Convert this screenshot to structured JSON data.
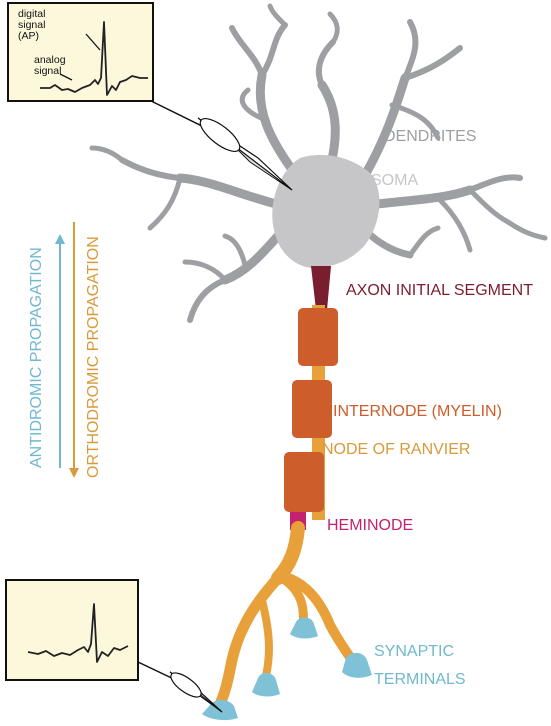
{
  "colors": {
    "soma": "#c6c6c8",
    "dendrite": "#9d9fa3",
    "ais": "#7a1d2e",
    "myelin": "#cd5d2a",
    "axon": "#e8a03a",
    "heminode": "#c2226f",
    "terminal": "#7fc2d8",
    "antidromic": "#6fb8cf",
    "orthodromic": "#d99a3a",
    "inset_bg": "#fbf8dc"
  },
  "labels": {
    "dendrites": "DENDRITES",
    "soma": "SOMA",
    "axon_initial_segment": "AXON INITIAL SEGMENT",
    "internode": "INTERNODE (MYELIN)",
    "node_of_ranvier": "NODE OF RANVIER",
    "heminode": "HEMINODE",
    "synaptic_terminals_line1": "SYNAPTIC",
    "synaptic_terminals_line2": "TERMINALS",
    "antidromic": "ANTIDROMIC PROPAGATION",
    "orthodromic": "ORTHODROMIC PROPAGATION"
  },
  "inset_top": {
    "digital_line1": "digital",
    "digital_line2": "signal",
    "digital_line3": "(AP)",
    "analog_line1": "analog",
    "analog_line2": "signal"
  }
}
